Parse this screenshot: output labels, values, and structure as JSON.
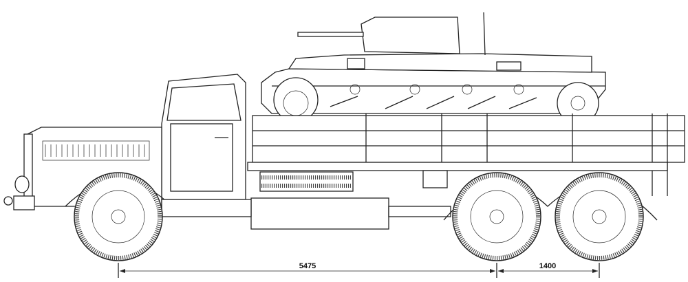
{
  "drawing": {
    "subject": "truck-with-tank",
    "dimensions": {
      "wheelbase": "5475",
      "rear_axle_spacing": "1400"
    }
  }
}
